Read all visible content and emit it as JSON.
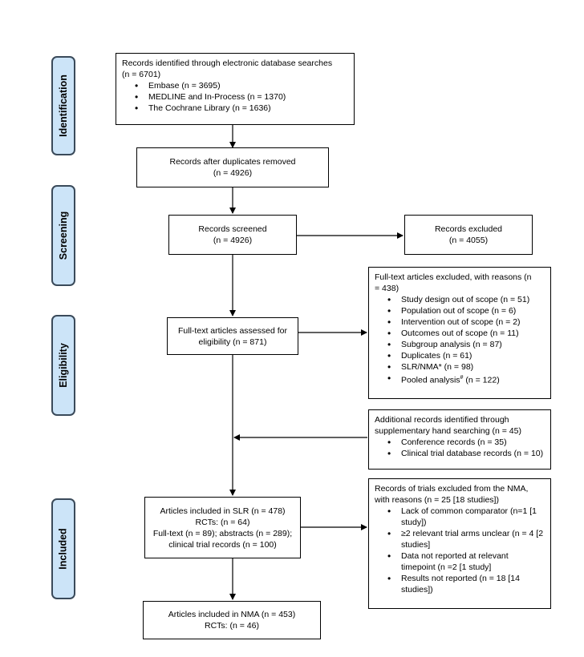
{
  "phases": {
    "identification": "Identification",
    "screening": "Screening",
    "eligibility": "Eligibility",
    "included": "Included"
  },
  "identified": {
    "title": "Records identified through electronic database searches",
    "count": "(n = 6701)",
    "items": [
      "Embase (n = 3695)",
      "MEDLINE and In-Process (n = 1370)",
      "The Cochrane Library (n = 1636)"
    ]
  },
  "after_duplicates": {
    "line1": "Records after duplicates removed",
    "line2": "(n = 4926)"
  },
  "screened": {
    "line1": "Records screened",
    "line2": "(n = 4926)"
  },
  "excluded": {
    "line1": "Records excluded",
    "line2": "(n = 4055)"
  },
  "fulltext_assessed": {
    "line1": "Full-text articles assessed for",
    "line2": "eligibility (n = 871)"
  },
  "fulltext_excluded": {
    "line1": "Full-text articles excluded, with reasons (n",
    "line2": "= 438)",
    "items": [
      "Study design out of scope (n = 51)",
      "Population out of scope (n = 6)",
      "Intervention out of scope (n = 2)",
      "Outcomes out of scope (n = 11)",
      "Subgroup analysis (n = 87)",
      "Duplicates (n = 61)",
      "SLR/NMA* (n = 98)"
    ],
    "pooled_label": "Pooled analysis",
    "pooled_mark": "#",
    "pooled_count": " (n = 122)"
  },
  "additional": {
    "line1": "Additional records identified through",
    "line2": "supplementary hand searching (n = 45)",
    "items": [
      "Conference records (n = 35)",
      "Clinical trial database records (n = 10)"
    ]
  },
  "slr": {
    "line1": "Articles included in SLR (n = 478)",
    "line2": "RCTs: (n = 64)",
    "line3": "Full-text (n = 89); abstracts (n = 289);",
    "line4": "clinical trial records (n = 100)"
  },
  "nma_excluded": {
    "line1": "Records of trials excluded from the NMA,",
    "line2": "with reasons (n = 25 [18 studies])",
    "items": [
      {
        "a": "Lack of common comparator (n=1 [1",
        "b": "study])"
      },
      {
        "a": "≥2 relevant trial arms unclear (n = 4 [2",
        "b": "studies]"
      },
      {
        "a": "Data not reported at relevant",
        "b": "timepoint (n =2 [1 study]"
      },
      {
        "a": "Results not reported (n = 18 [14",
        "b": "studies])"
      }
    ]
  },
  "nma": {
    "line1": "Articles included in NMA (n = 453)",
    "line2": "RCTs: (n = 46)"
  }
}
